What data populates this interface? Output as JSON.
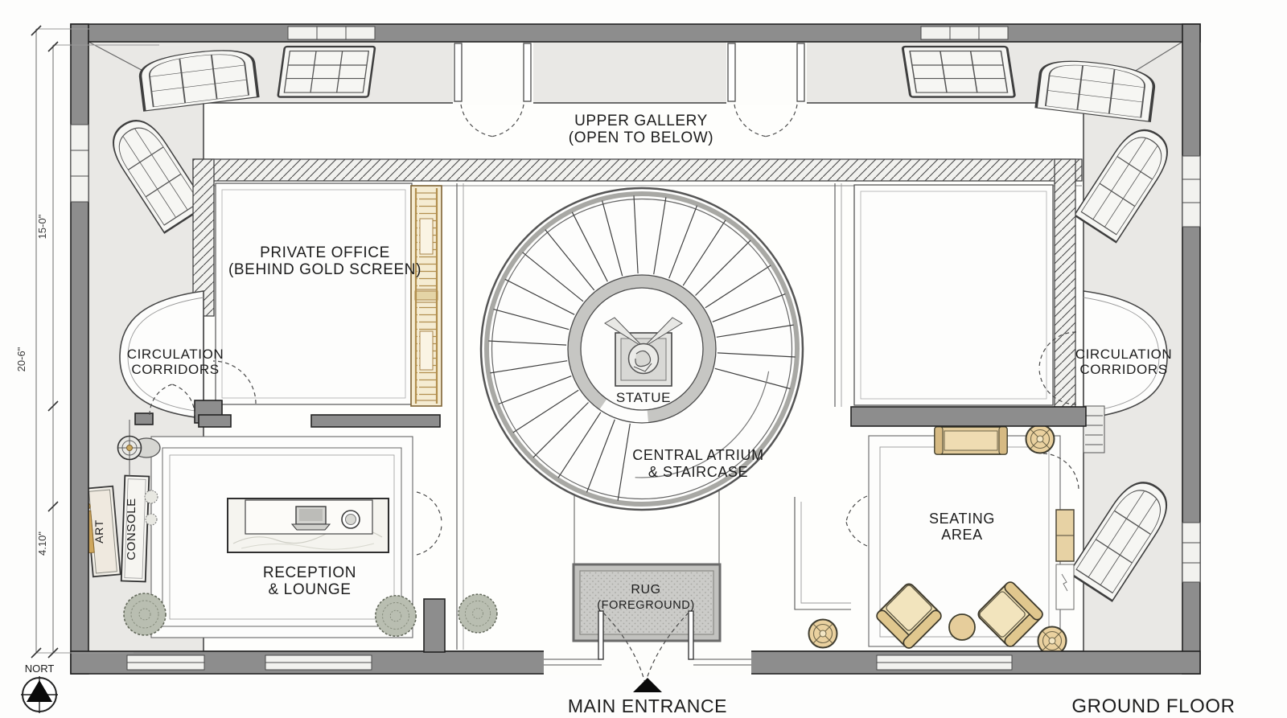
{
  "title": {
    "plan_name": "GROUND FLOOR"
  },
  "labels": {
    "upper_gallery_line1": "UPPER GALLERY",
    "upper_gallery_line2": "(OPEN TO BELOW)",
    "private_office_line1": "PRIVATE OFFICE",
    "private_office_line2": "(BEHIND GOLD SCREEN)",
    "circulation_line1": "CIRCULATION",
    "circulation_line2": "CORRIDORS",
    "statue": "STATUE",
    "atrium_line1": "CENTRAL ATRIUM",
    "atrium_line2": "& STAIRCASE",
    "reception_line1": "RECEPTION",
    "reception_line2": "& LOUNGE",
    "seating_line1": "SEATING",
    "seating_line2": "AREA",
    "rug_line1": "RUG",
    "rug_line2": "(FOREGROUND)",
    "console": "CONSOLE",
    "art": "ART",
    "main_entrance": "MAIN ENTRANCE",
    "north": "NORT"
  },
  "dimensions": {
    "left_upper": "15-0\"",
    "left_full": "20-6\"",
    "left_lower": "4.10\""
  },
  "colors": {
    "wall_dark": "#8d8d8d",
    "wall_band_light": "#e9e8e5",
    "line": "#3a3a3a",
    "hatch": "#4a4a4a",
    "gold_screen": "#b28f4e",
    "gold_light": "#f5ecd2",
    "furniture_tan": "#ead19f",
    "plant_green": "#b9beb1",
    "rug_gray": "#cbcbc8",
    "statue_gray": "#e4e4e1"
  }
}
